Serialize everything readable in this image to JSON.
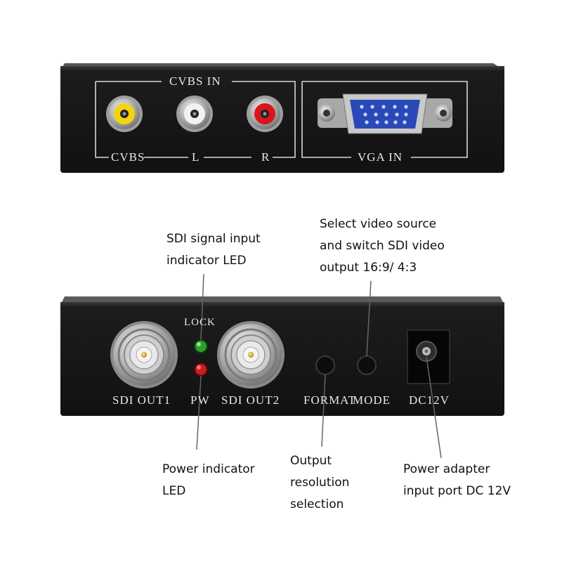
{
  "top_panel": {
    "group_title": "CVBS IN",
    "labels": {
      "cvbs": "CVBS",
      "left": "L",
      "right": "R",
      "vga": "VGA IN"
    }
  },
  "bottom_panel": {
    "labels": {
      "lock": "LOCK",
      "pw": "PW",
      "sdi_out1": "SDI OUT1",
      "sdi_out2": "SDI OUT2",
      "format": "FORMAT",
      "mode": "MODE",
      "dc": "DC12V"
    },
    "leds": {
      "lock_color": "#2f9e2f",
      "pw_color": "#c81e1e"
    }
  },
  "annotations": {
    "sdi_indicator": [
      "SDI signal input",
      "indicator LED"
    ],
    "select_source": [
      "Select video source",
      "and switch SDI video",
      "output 16:9/ 4:3"
    ],
    "power_led": [
      "Power indicator",
      "LED"
    ],
    "output_resolution": [
      "Output",
      "resolution",
      "selection"
    ],
    "power_adapter": [
      "Power adapter",
      "input port DC 12V"
    ]
  }
}
